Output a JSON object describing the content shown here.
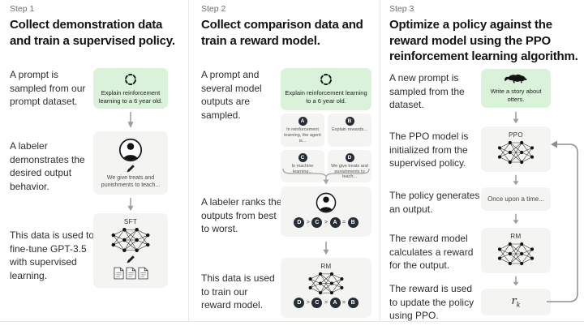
{
  "colors": {
    "green_box": "#d9f2d9",
    "gray_box": "#f4f4f2",
    "dark_circle": "#272d35",
    "arrow": "#9c9c9c",
    "divider": "#e8e8e5"
  },
  "steps": [
    {
      "label": "Step 1",
      "title": "Collect demonstration data and train a supervised policy.",
      "captions": [
        "A prompt is sampled from our prompt dataset.",
        "A labeler demonstrates the desired output behavior.",
        "This data is used to fine-tune GPT-3.5 with supervised learning."
      ],
      "prompt_text": "Explain reinforcement learning to a 6 year old.",
      "labeler_text": "We give treats and punishments to teach...",
      "model_label": "SFT"
    },
    {
      "label": "Step 2",
      "title": "Collect comparison data and train a reward model.",
      "captions": [
        "A prompt and several model outputs are sampled.",
        "A labeler ranks the outputs from best to worst.",
        "This data is used to train our reward model."
      ],
      "prompt_text": "Explain reinforcement learning to a 6 year old.",
      "outputs": [
        {
          "key": "A",
          "text": "In reinforcement learning, the agent is..."
        },
        {
          "key": "B",
          "text": "Explain rewards..."
        },
        {
          "key": "C",
          "text": "In machine learning..."
        },
        {
          "key": "D",
          "text": "We give treats and punishments to teach..."
        }
      ],
      "ranking": [
        "D",
        ">",
        "C",
        ">",
        "A",
        "=",
        "B"
      ],
      "model_label": "RM"
    },
    {
      "label": "Step 3",
      "title": "Optimize a policy against the reward model using the PPO reinforcement learning algorithm.",
      "captions": [
        "A new prompt is sampled from the dataset.",
        "The PPO model is initialized from the supervised policy.",
        "The policy generates an output.",
        "The reward model calculates a reward for the output.",
        "The reward is used to update the policy using PPO."
      ],
      "prompt_text": "Write a story about otters.",
      "ppo_label": "PPO",
      "output_text": "Once upon a time...",
      "rm_label": "RM",
      "reward_symbol": "r",
      "reward_subscript": "k"
    }
  ]
}
